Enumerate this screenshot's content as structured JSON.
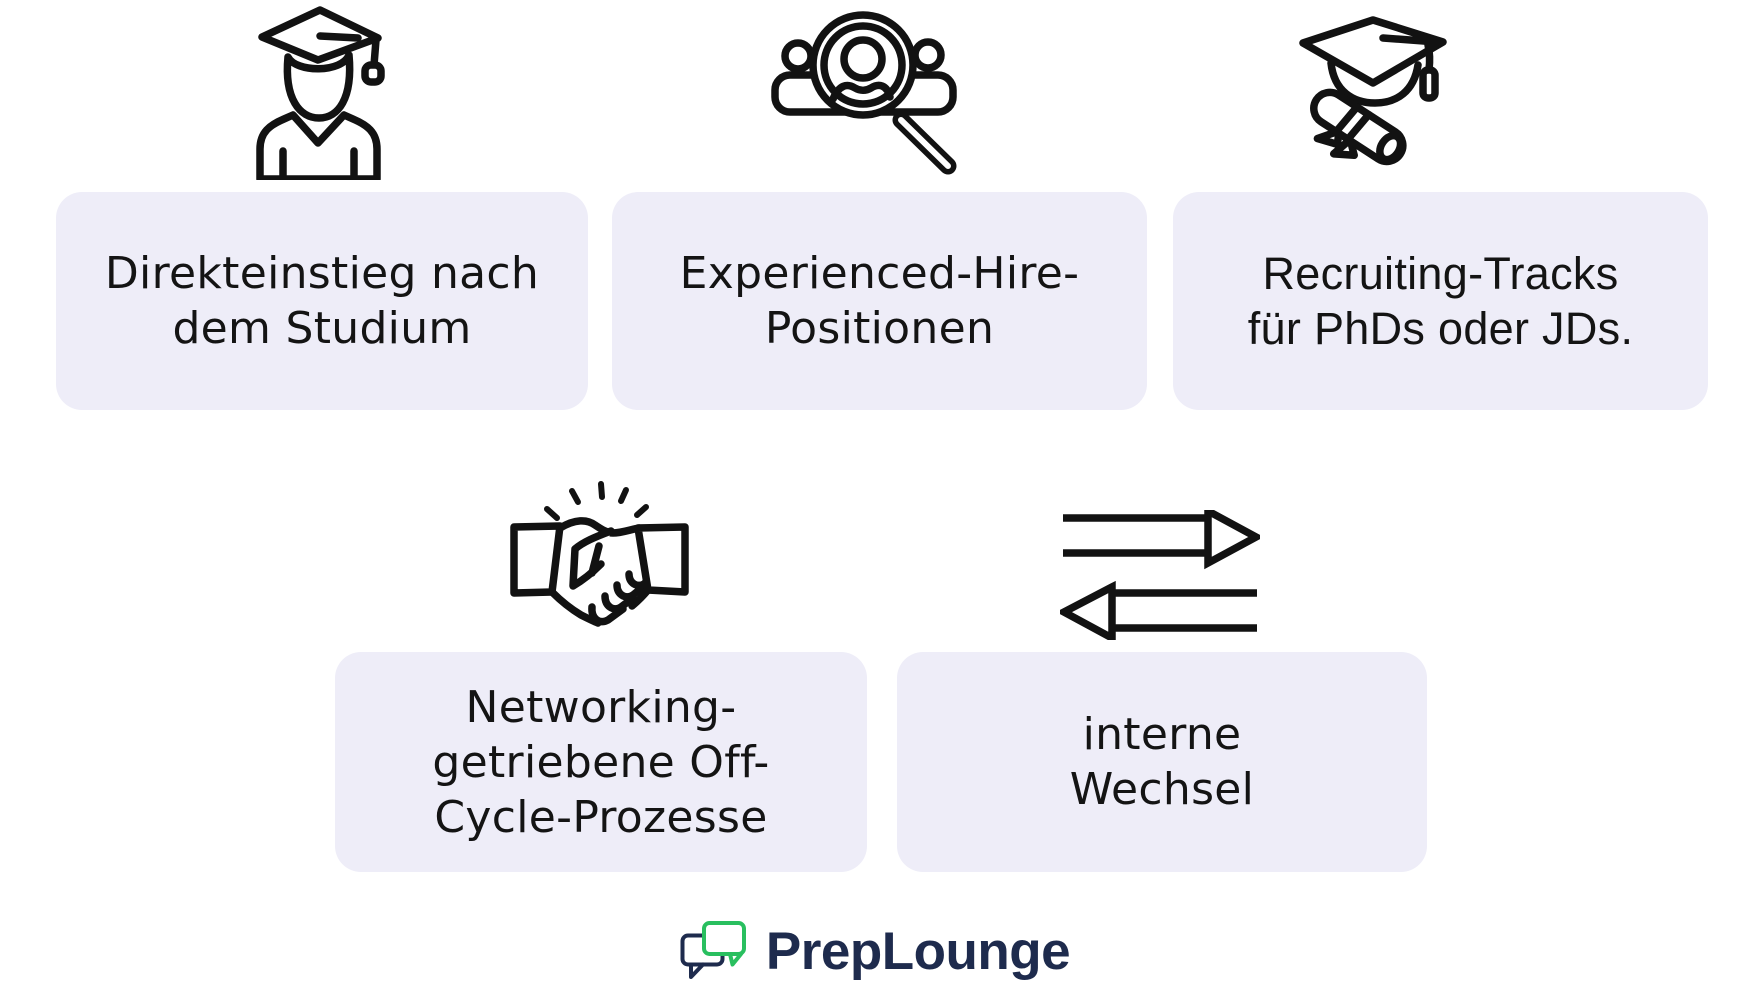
{
  "colors": {
    "page_bg": "#ffffff",
    "card_bg": "#EEEDF8",
    "text": "#141414",
    "icon_stroke": "#121212",
    "logo_navy": "#1E2B4D",
    "logo_green": "#29BF5F"
  },
  "cards": [
    {
      "icon": "graduate-student-icon",
      "lines": [
        "Direkteinstieg nach",
        "dem Studium"
      ]
    },
    {
      "icon": "candidate-search-icon",
      "lines": [
        "Experienced-Hire-",
        "Positionen"
      ]
    },
    {
      "icon": "graduation-diploma-icon",
      "lines": [
        "Recruiting-Tracks",
        "für PhDs oder JDs."
      ]
    },
    {
      "icon": "handshake-icon",
      "lines": [
        "Networking-",
        "getriebene Off-",
        "Cycle-Prozesse"
      ]
    },
    {
      "icon": "transfer-arrows-icon",
      "lines": [
        "interne",
        "Wechsel"
      ]
    }
  ],
  "logo": {
    "text": "PrepLounge"
  }
}
